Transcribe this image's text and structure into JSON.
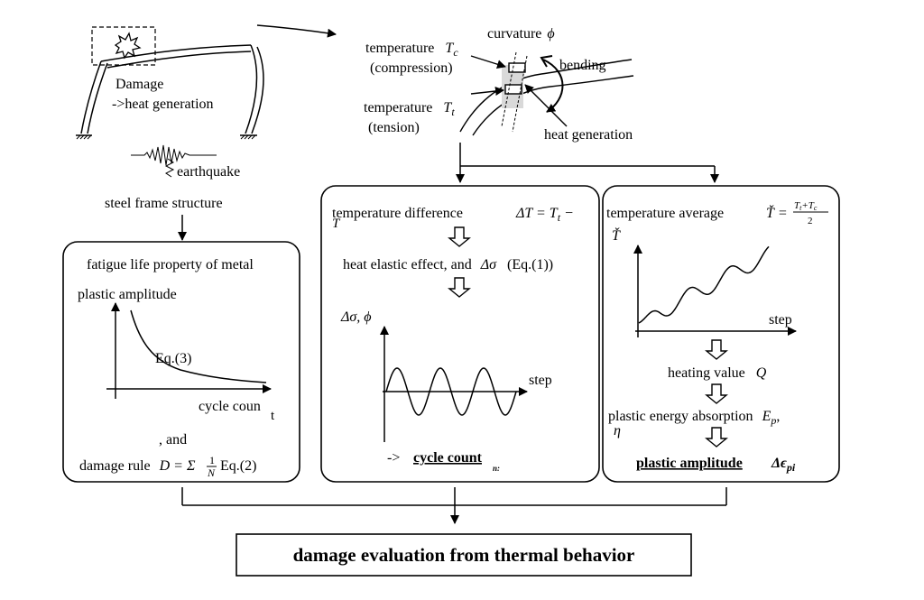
{
  "top_left": {
    "damage_label": "Damage",
    "heat_generation_label": "->heat generation",
    "earthquake_label": "earthquake",
    "steel_frame_label": "steel frame structure"
  },
  "top_right": {
    "curvature_label": "curvature",
    "curvature_symbol": "ϕ",
    "temperature_label": "temperature",
    "tc_symbol": "T",
    "tc_sub": "c",
    "compression_label": "(compression)",
    "bending_label": "bending",
    "tt_symbol": "T",
    "tt_sub": "t",
    "tension_label": "(tension)",
    "heat_generation_label": "heat generation"
  },
  "box_left": {
    "title": "fatigue life property of metal",
    "y_label": "plastic amplitude",
    "curve_label": "Eq.(3)",
    "x_label": "cycle  coun",
    "x_label_tail": "t",
    "and_label": ", and",
    "damage_rule_text": "damage rule",
    "damage_rule_eq": "D = Σ",
    "frac_num": "1",
    "frac_den": "N",
    "damage_rule_ref": "Eq.(2)"
  },
  "box_mid": {
    "temp_label": "temperature  difference",
    "temp_label_tail": "T",
    "delta_t_eq": "ΔT = T",
    "delta_t_sub": "t",
    "delta_t_tail": "−",
    "heat_elastic_label": "heat elastic effect, and",
    "delta_sigma": "Δσ",
    "eq1_ref": "(Eq.(1))",
    "y_label": "Δσ, ϕ",
    "x_label": "step",
    "result_prefix": "->",
    "result_label": "cycle  count",
    "result_tail": "n:"
  },
  "box_right": {
    "temp_avg_label": "temperature average",
    "t_avg_symbol": "Ť =",
    "frac_num": "T",
    "frac_num_sub1": "t",
    "frac_plus": "+T",
    "frac_num_sub2": "c",
    "frac_den": "2",
    "y_label": "Ť",
    "x_label": "step",
    "heating_label": "heating value",
    "heating_symbol": "Q",
    "plastic_energy_label": "plastic energy absorption",
    "ep_symbol": "E",
    "ep_sub": "p",
    "ep_comma": ",",
    "eta_symbol": "η",
    "result_label": "plastic amplitude",
    "result_symbol": "Δϵ",
    "result_sub": "pi"
  },
  "bottom": {
    "title": "damage evaluation from thermal behavior"
  }
}
